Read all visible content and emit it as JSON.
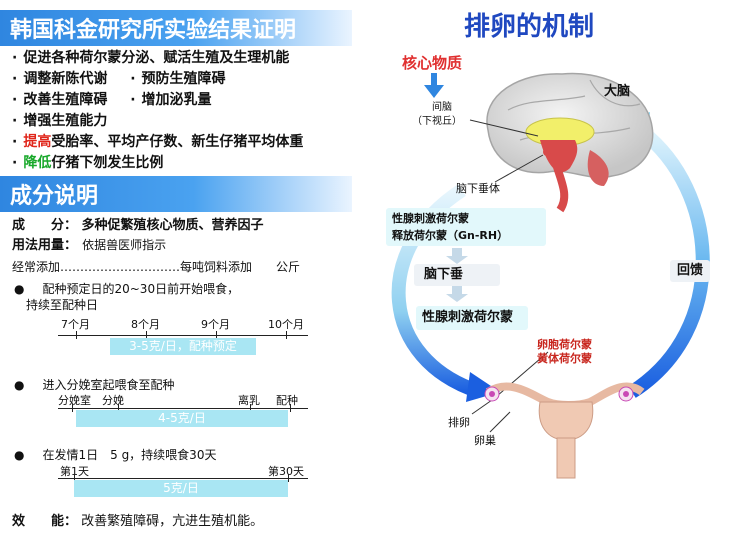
{
  "left": {
    "banner1": "韩国科金研究所实验结果证明",
    "benefits": [
      {
        "parts": [
          {
            "text": "促进各种荷尔蒙分泌、赋活生殖及生理机能",
            "color": "normal"
          }
        ]
      },
      {
        "parts": [
          {
            "text": "调整新陈代谢",
            "color": "normal"
          }
        ],
        "col2": "预防生殖障碍"
      },
      {
        "parts": [
          {
            "text": "改善生殖障碍",
            "color": "normal"
          }
        ],
        "col2": "增加泌乳量"
      },
      {
        "parts": [
          {
            "text": "增强生殖能力",
            "color": "normal"
          }
        ]
      },
      {
        "parts": [
          {
            "text": "提高",
            "color": "red"
          },
          {
            "text": "受胎率、平均产仔数、新生仔猪平均体重",
            "color": "normal"
          }
        ]
      },
      {
        "parts": [
          {
            "text": "降低",
            "color": "green"
          },
          {
            "text": "仔猪下刎发生比例",
            "color": "normal"
          }
        ]
      }
    ],
    "banner2": "成分说明",
    "ingredients_label": "成　　分：",
    "ingredients_value": "多种促繁殖核心物质、营养因子",
    "usage_label": "用法用量：",
    "usage_value": "依据兽医师指示",
    "regular_add": "经常添加…………………………每吨饲料添加　　公斤",
    "section1": {
      "text1": "配种预定日的20~30日前开始喂食，",
      "text2": "持续至配种日",
      "ticks": [
        "7个月",
        "8个月",
        "9个月",
        "10个月"
      ],
      "bar": "3-5克/日，配种预定"
    },
    "section2": {
      "text1": "进入分娩室起喂食至配种",
      "ticks": [
        "分娩室",
        "分娩",
        "离乳",
        "配种"
      ],
      "bar": "4-5克/日"
    },
    "section3": {
      "text1": "在发情1日　5 g，持续喂食30天",
      "ticks": [
        "第1天",
        "第30天"
      ],
      "bar": "5克/日"
    },
    "effect_label": "效　　能：",
    "effect_value": "改善繁殖障碍，亢进生殖机能。"
  },
  "right": {
    "title": "排卵的机制",
    "core": "核心物质",
    "interbrain": "间脑",
    "hypothalamus": "（下视丘）",
    "cerebrum": "大脑",
    "pituitary_label": "脑下垂体",
    "grh1": "性腺刺激荷尔蒙",
    "grh2": "释放荷尔蒙（Gn-RH）",
    "pituitary_box": "脑下垂",
    "gonadotropin_box": "性腺刺激荷尔蒙",
    "feedback": "回馈",
    "follicle_hormone": "卵胞荷尔蒙",
    "luteal_hormone": "黄体荷尔蒙",
    "ovulation": "排卵",
    "ovary": "卵巢"
  },
  "colors": {
    "accent": "#2f86e0",
    "red": "#e0261b",
    "green": "#18a82a",
    "title": "#1f48c0",
    "core": "#e03030"
  }
}
